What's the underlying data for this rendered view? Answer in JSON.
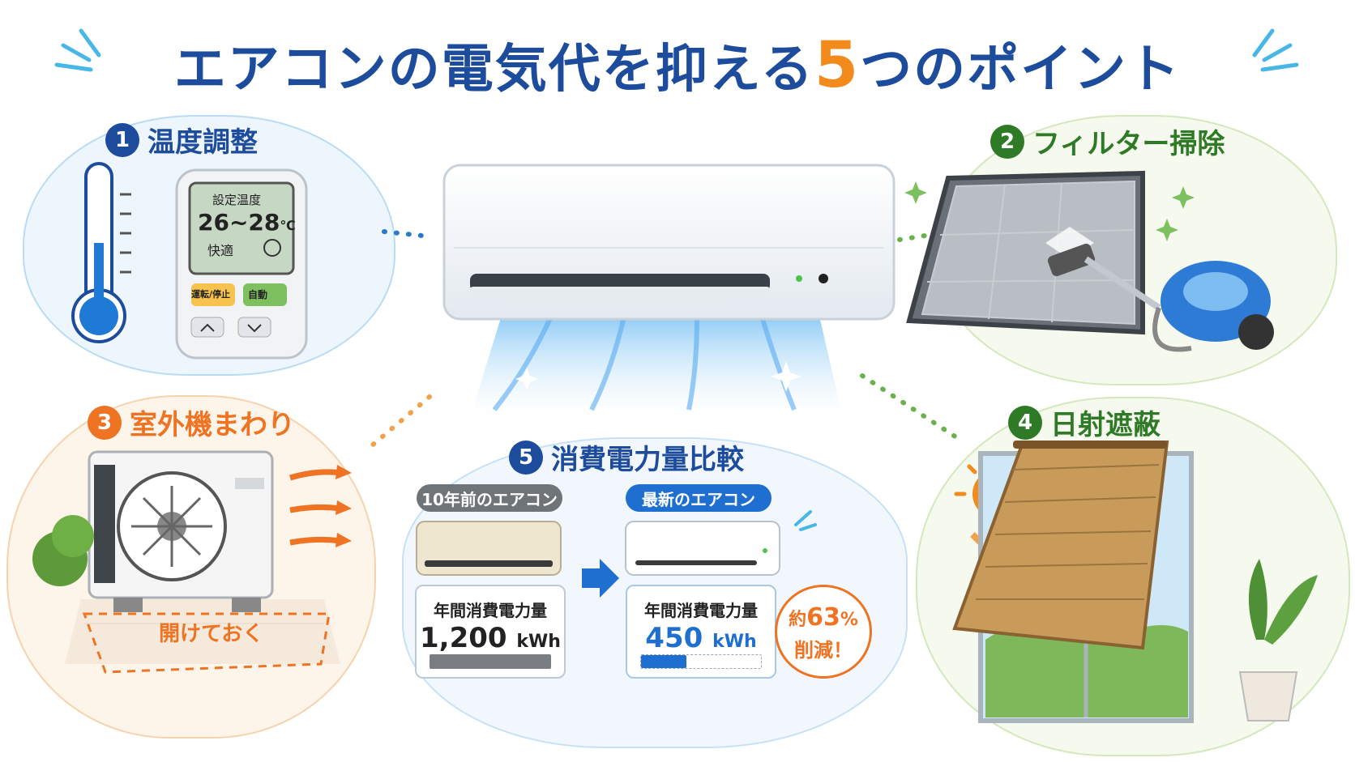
{
  "title": {
    "main": "エアコンの電気代を抑える",
    "num": "5",
    "rest": "つのポイント"
  },
  "points": [
    {
      "num": "1",
      "label": "温度調整"
    },
    {
      "num": "2",
      "label": "フィルター掃除"
    },
    {
      "num": "3",
      "label": "室外機まわり"
    },
    {
      "num": "4",
      "label": "日射遮蔽"
    },
    {
      "num": "5",
      "label": "消費電力量比較"
    }
  ],
  "remote": {
    "screen_title": "設定温度",
    "screen_temp": "26~28",
    "screen_unit": "℃",
    "screen_mode": "快適",
    "btn_power": "運転/停止",
    "btn_auto": "自動"
  },
  "outdoor": {
    "note": "開けておく"
  },
  "comparison": {
    "old_label": "10年前のエアコン",
    "new_label": "最新のエアコン",
    "card_label": "年間消費電力量",
    "old_value": "1,200",
    "new_value": "450",
    "unit": "kWh",
    "old_kwh": 1200,
    "new_kwh": 450,
    "reduce_prefix": "約",
    "reduce_pct": "63",
    "reduce_unit": "%",
    "reduce_text": "削減！"
  },
  "colors": {
    "navy": "#1d4c9c",
    "orange": "#f28a1c",
    "green": "#2f7a26",
    "bar_new": "#1f6fd1"
  }
}
